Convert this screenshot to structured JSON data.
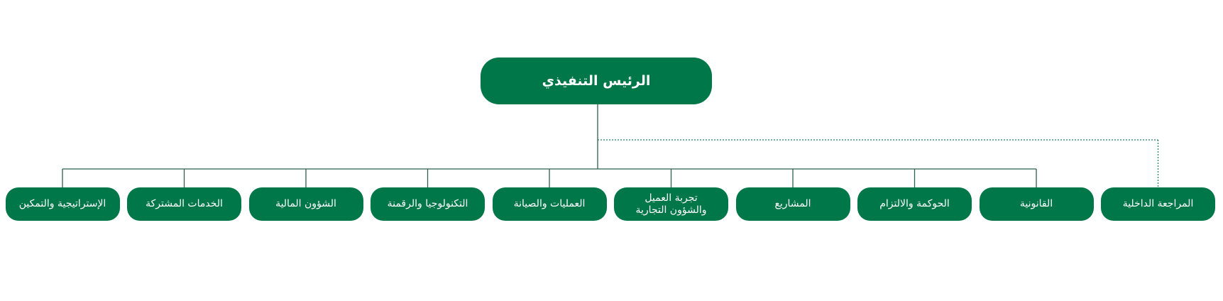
{
  "root": {
    "label": "الرئيس التنفيذي"
  },
  "departments": [
    {
      "label": "المراجعة الداخلية",
      "dotted": true
    },
    {
      "label": "القانونية",
      "dotted": false
    },
    {
      "label": "الحوكمة والالتزام",
      "dotted": false
    },
    {
      "label": "المشاريع",
      "dotted": false
    },
    {
      "label": "تجربة العميل\nوالشؤون التجارية",
      "dotted": false
    },
    {
      "label": "العمليات والصيانة",
      "dotted": false
    },
    {
      "label": "التكنولوجيا والرقمنة",
      "dotted": false
    },
    {
      "label": "الشؤون المالية",
      "dotted": false
    },
    {
      "label": "الخدمات المشتركة",
      "dotted": false
    },
    {
      "label": "الإستراتيجية والتمكين",
      "dotted": false
    }
  ],
  "colors": {
    "box": "#007749",
    "text": "#ffffff",
    "line": "#2f5f4f"
  }
}
